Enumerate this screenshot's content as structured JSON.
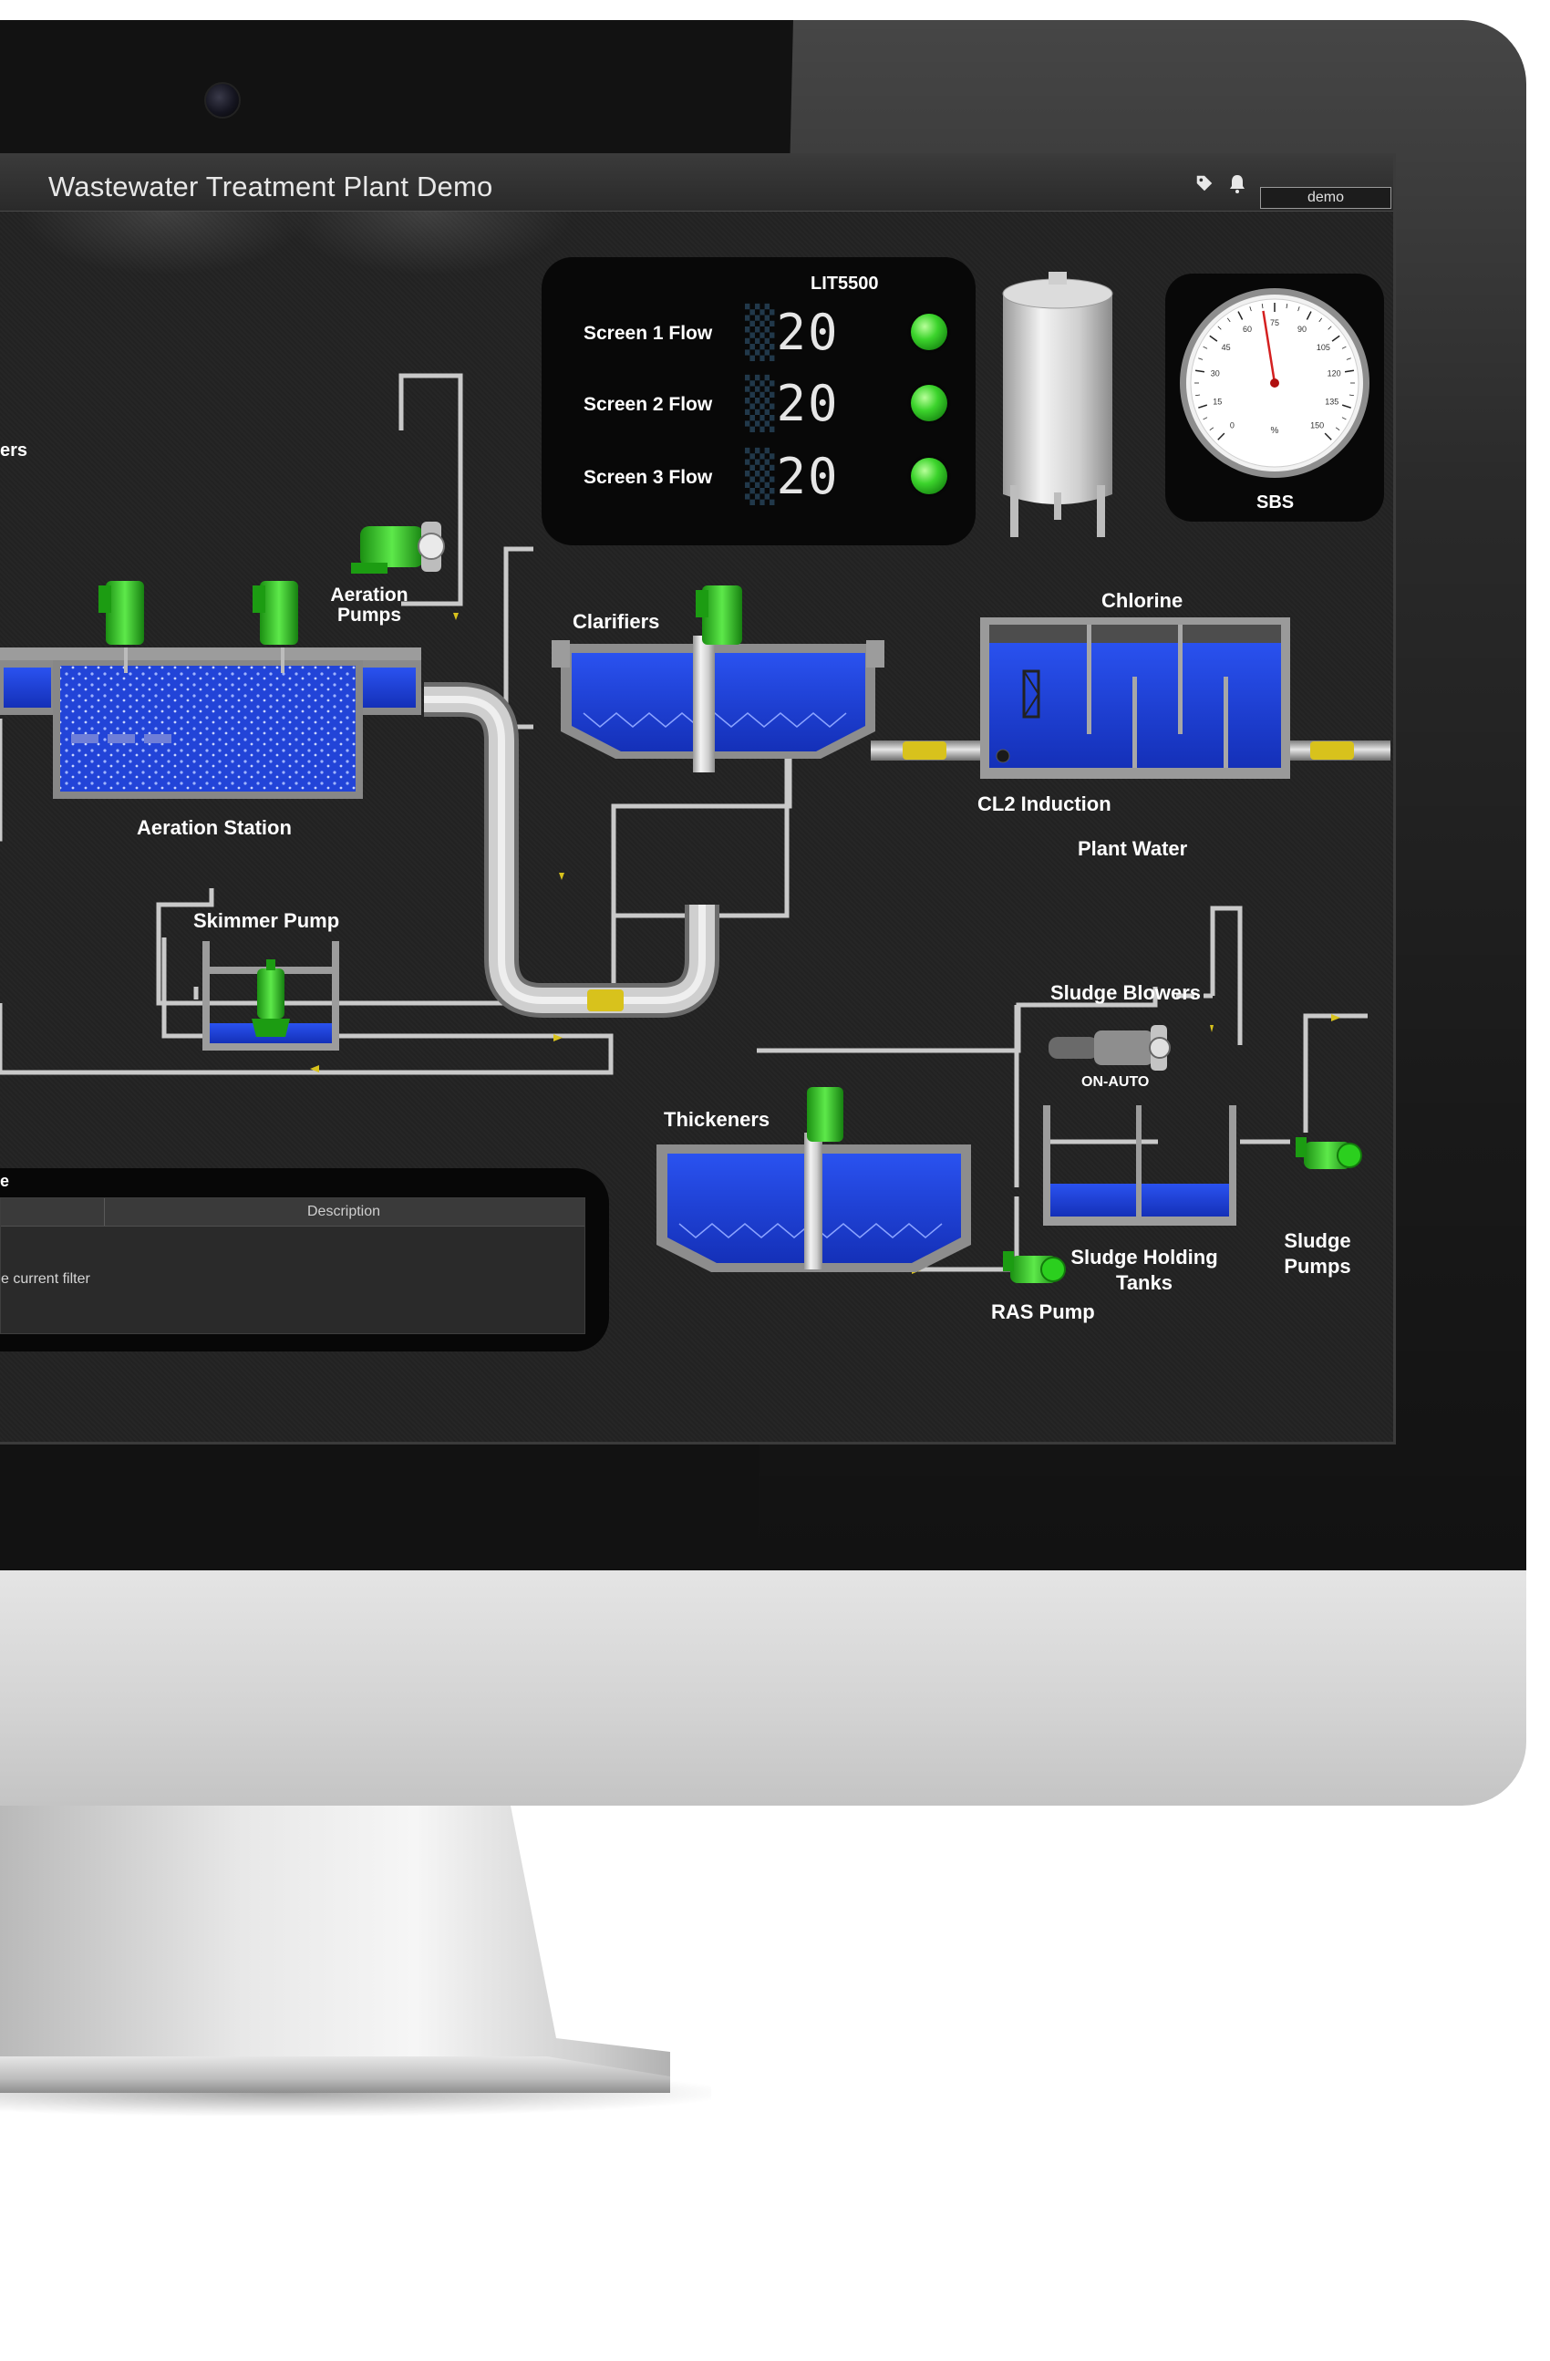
{
  "app": {
    "title": "Wastewater Treatment Plant Demo",
    "user": "demo",
    "icons": [
      "tag-icon",
      "bell-icon"
    ]
  },
  "flow_panel": {
    "tag": "LIT5500",
    "rows": [
      {
        "label": "Screen 1 Flow",
        "value": "20",
        "status": "green"
      },
      {
        "label": "Screen 2 Flow",
        "value": "20",
        "status": "green"
      },
      {
        "label": "Screen 3 Flow",
        "value": "20",
        "status": "green"
      }
    ]
  },
  "gauge": {
    "label": "SBS",
    "unit": "%",
    "ticks": [
      "0",
      "15",
      "30",
      "45",
      "60",
      "75",
      "90",
      "105",
      "120",
      "135",
      "150"
    ],
    "needle_value": 70
  },
  "labels": {
    "blowers_partial": "ers",
    "aeration_pumps": "Aeration Pumps",
    "aeration_station": "Aeration Station",
    "clarifiers": "Clarifiers",
    "chlorine": "Chlorine",
    "cl2_induction": "CL2 Induction",
    "plant_water": "Plant Water",
    "skimmer_pump": "Skimmer Pump",
    "sludge_blowers": "Sludge Blowers",
    "on_auto": "ON-AUTO",
    "thickeners": "Thickeners",
    "sludge_holding_tanks": "Sludge Holding Tanks",
    "sludge_pumps": "Sludge Pumps",
    "ras_pump": "RAS Pump"
  },
  "alarm_table": {
    "title_partial": "e",
    "columns": [
      "Description"
    ],
    "message_partial": "e current filter"
  },
  "colors": {
    "water": "#1f3fd6",
    "pump": "#27c41c",
    "pipe": "#b8b8b8",
    "valve": "#e3c21c",
    "screen_bg": "#1a1a1a"
  }
}
